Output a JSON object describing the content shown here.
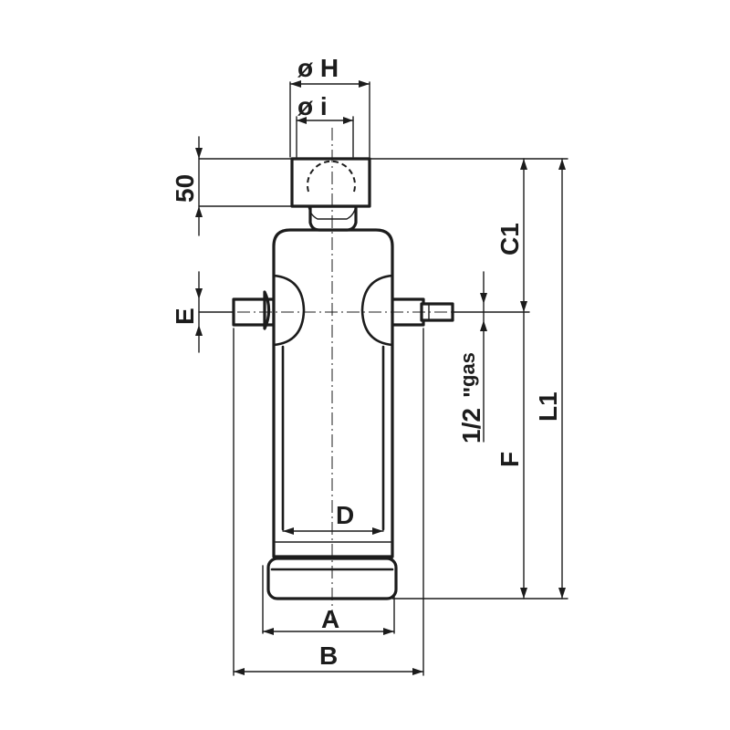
{
  "labels": {
    "phi_h": "ø H",
    "phi_i": "ø i",
    "dim_50": "50",
    "c1": "C1",
    "l1": "L1",
    "e": "E",
    "gas_fraction": "1/2",
    "gas_unit": "gas",
    "gas_mark": "\"",
    "f": "F",
    "d": "D",
    "a": "A",
    "b": "B"
  },
  "colors": {
    "ink": "#1c1c1c",
    "paper": "#ffffff"
  }
}
